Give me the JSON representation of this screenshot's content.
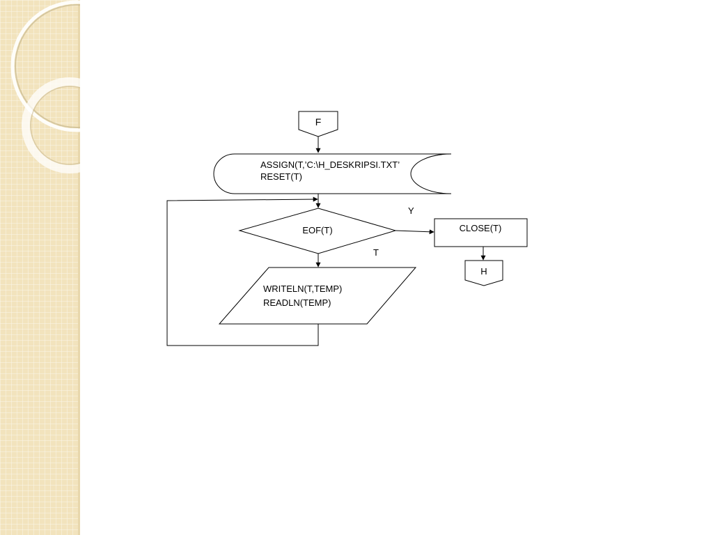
{
  "theme": {
    "band_color": "#f2e3bd",
    "band_grid_color": "#ffffff",
    "ring_color": "#ffffff",
    "line_color": "#000000"
  },
  "flowchart": {
    "start_connector": "F",
    "assign_line1": "ASSIGN(T,’C:\\H_DESKRIPSI.TXT’",
    "assign_line2": "RESET(T)",
    "decision": "EOF(T)",
    "yes_label": "Y",
    "no_label": "T",
    "close": "CLOSE(T)",
    "end_connector": "H",
    "io_line1": "WRITELN(T,TEMP)",
    "io_line2": "READLN(TEMP)"
  }
}
